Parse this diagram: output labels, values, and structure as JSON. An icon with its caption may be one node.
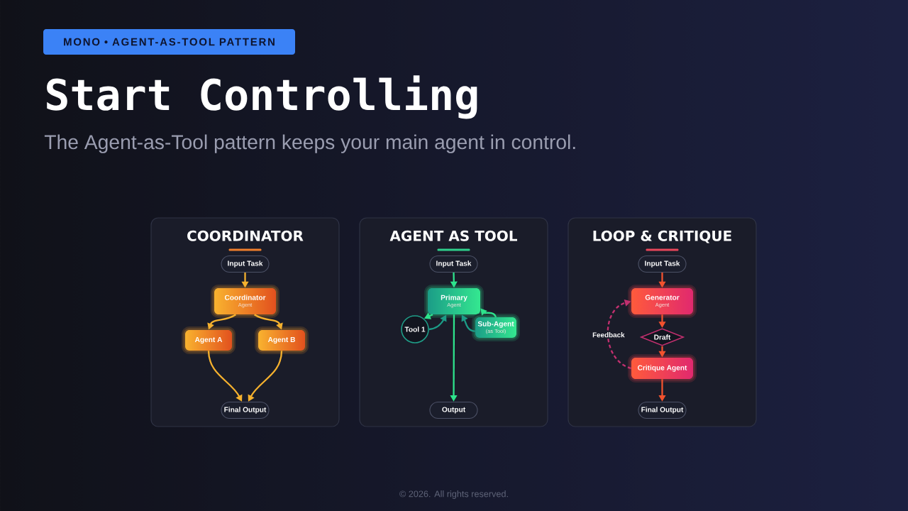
{
  "diagram": {
    "title": "Start Controlling",
    "nodes": [
      {
        "text": [
          "COORDINATOR"
        ]
      },
      {
        "text": [
          "Input Task"
        ],
        "in": 0
      },
      {
        "text": [
          "Coordinator",
          "Agent"
        ],
        "in": 0
      },
      {
        "text": [
          "Agent A"
        ],
        "in": 0
      },
      {
        "text": [
          "Agent B"
        ],
        "in": 0
      },
      {
        "text": [
          "Final Output"
        ],
        "in": 0
      },
      {
        "text": [
          "AGENT AS TOOL"
        ]
      },
      {
        "text": [
          "Input Task"
        ],
        "in": 6
      },
      {
        "text": [
          "Primary",
          "Agent"
        ],
        "in": 6
      },
      {
        "text": [
          "Tool 1"
        ],
        "in": 6
      },
      {
        "text": [
          "Sub-Agent",
          "(as Tool)"
        ],
        "in": 6
      },
      {
        "text": [
          "Output"
        ],
        "in": 6
      },
      {
        "text": [
          "LOOP & CRITIQUE"
        ]
      },
      {
        "text": [
          "Input Task"
        ],
        "in": 12
      },
      {
        "text": [
          "Generator",
          "Agent"
        ],
        "in": 12
      },
      {
        "text": [
          "Draft"
        ],
        "in": 12
      },
      {
        "text": [
          "Critique Agent"
        ],
        "in": 12
      },
      {
        "text": [
          "Final Output"
        ],
        "in": 12
      }
    ],
    "edges": [
      {
        "from": 1,
        "to": 2,
        "arrow": "to",
        "color": "#f5b12e"
      },
      {
        "from": 2,
        "to": 3,
        "arrow": "to",
        "color": "#f5b12e"
      },
      {
        "from": 2,
        "to": 4,
        "arrow": "to",
        "color": "#f5b12e"
      },
      {
        "from": 3,
        "to": 5,
        "arrow": "to",
        "color": "#f5b12e"
      },
      {
        "from": 4,
        "to": 5,
        "arrow": "to",
        "color": "#f5b12e"
      },
      {
        "from": 7,
        "to": 8,
        "arrow": "to",
        "color": "#2ee38c"
      },
      {
        "from": 8,
        "to": 9,
        "arrow": "to",
        "color": "#2ee38c"
      },
      {
        "from": 9,
        "to": 8,
        "arrow": "to",
        "color": "#1c9c87"
      },
      {
        "from": 10,
        "to": 8,
        "arrow": "to",
        "color": "#1c9c87"
      },
      {
        "from": 10,
        "to": 8,
        "arrow": "to",
        "color": "#2ee38c"
      },
      {
        "from": 8,
        "to": 11,
        "arrow": "to",
        "color": "#2ee38c"
      },
      {
        "from": 13,
        "to": 14,
        "arrow": "to",
        "color": "#f2522e"
      },
      {
        "from": 14,
        "to": 15,
        "arrow": "to",
        "color": "#f2522e"
      },
      {
        "from": 15,
        "to": 16,
        "arrow": "to",
        "color": "#f2522e"
      },
      {
        "from": 16,
        "to": 17,
        "arrow": "to",
        "color": "#f2522e"
      },
      {
        "from": 16,
        "to": 14,
        "arrow": "to",
        "style": "dashed",
        "color": "#c2306f",
        "label": "Feedback"
      }
    ],
    "labels": [
      "MONO • AGENT-AS-TOOL PATTERN",
      "The Agent-as-Tool pattern keeps your main agent in control.",
      "© 2026. All rights reserved."
    ]
  }
}
